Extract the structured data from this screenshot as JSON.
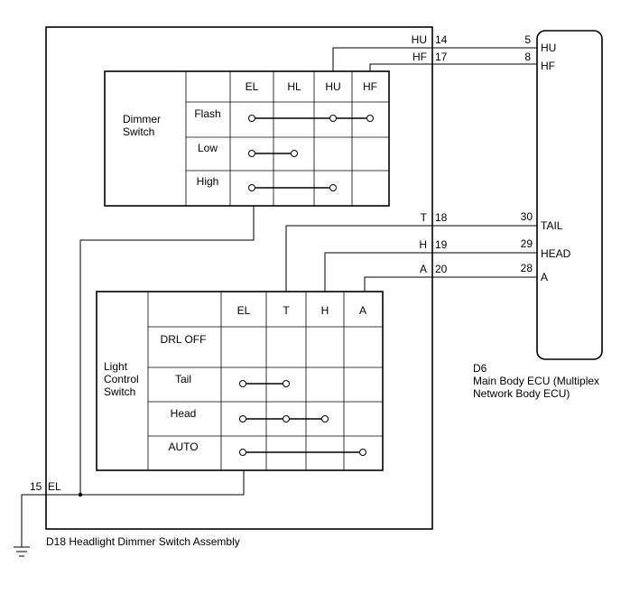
{
  "assembly": {
    "label": "D18  Headlight Dimmer Switch Assembly"
  },
  "dimmer": {
    "title_line1": "Dimmer",
    "title_line2": "Switch",
    "columns": [
      "EL",
      "HL",
      "HU",
      "HF"
    ],
    "rows": [
      "Flash",
      "Low",
      "High"
    ]
  },
  "light": {
    "title_line1": "Light",
    "title_line2": "Control",
    "title_line3": "Switch",
    "columns": [
      "EL",
      "T",
      "H",
      "A"
    ],
    "rows": [
      "DRL OFF",
      "Tail",
      "Head",
      "AUTO"
    ]
  },
  "pins": {
    "hu": {
      "name": "HU",
      "num": "14"
    },
    "hf": {
      "name": "HF",
      "num": "17"
    },
    "t": {
      "name": "T",
      "num": "18"
    },
    "h": {
      "name": "H",
      "num": "19"
    },
    "a": {
      "name": "A",
      "num": "20"
    },
    "el": {
      "num": "15",
      "name": "EL"
    }
  },
  "ecu": {
    "code": "D6",
    "name_line1": "Main Body ECU (Multiplex",
    "name_line2": "Network Body ECU)",
    "pins": [
      {
        "num": "5",
        "name": "HU"
      },
      {
        "num": "8",
        "name": "HF"
      },
      {
        "num": "30",
        "name": "TAIL"
      },
      {
        "num": "29",
        "name": "HEAD"
      },
      {
        "num": "28",
        "name": "A"
      }
    ]
  },
  "icons": {
    "ground": "ground-symbol-icon",
    "contact": "switch-contact-icon"
  }
}
